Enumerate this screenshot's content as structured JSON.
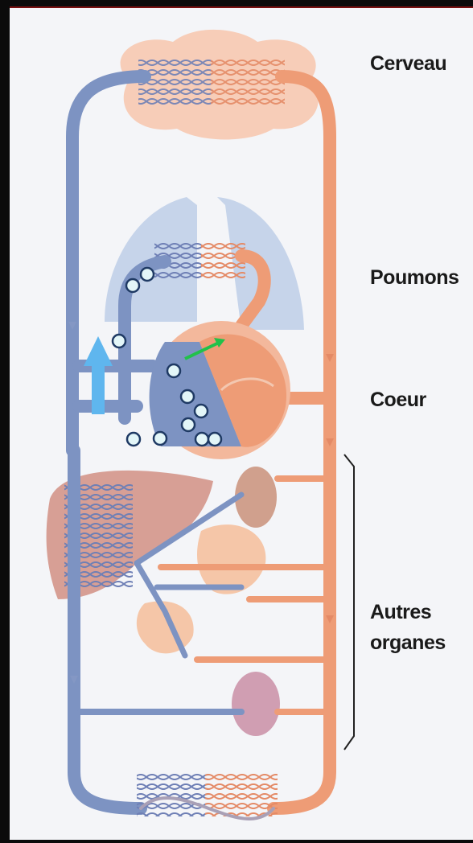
{
  "labels": {
    "brain": "Cerveau",
    "lungs": "Poumons",
    "heart": "Coeur",
    "other_line1": "Autres",
    "other_line2": "organes"
  },
  "colors": {
    "vein_blue": "#7d93c2",
    "artery_orange": "#ee9c76",
    "lung_blue": "#c6d4ea",
    "brain_pink": "#f7cdb8",
    "liver": "#cf8a7c",
    "kidney": "#c98ea6",
    "cell_fill": "#e3f6f8",
    "blue_arrow": "#5fb6ee",
    "green_arrow": "#21c14a"
  }
}
